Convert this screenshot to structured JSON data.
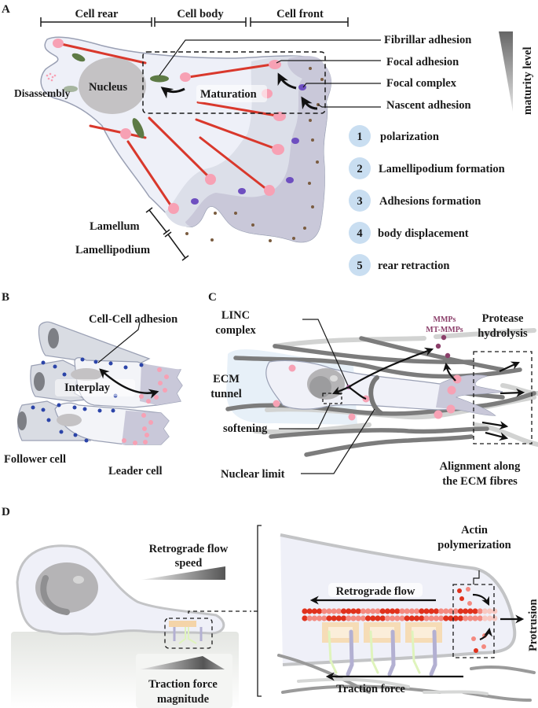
{
  "figure": {
    "panels": {
      "A": {
        "label": "A",
        "regions": [
          "Cell rear",
          "Cell body",
          "Cell front"
        ],
        "labels": {
          "nucleus": "Nucleus",
          "disassembly": "Disassembly",
          "maturation": "Maturation",
          "lamellum": "Lamellum",
          "lamellipodium": "Lamellipodium"
        },
        "adhesion_types": [
          "Fibrillar adhesion",
          "Focal adhesion",
          "Focal complex",
          "Nascent adhesion"
        ],
        "maturity_axis_label": "maturity level",
        "steps": [
          {
            "number": "1",
            "label": "polarization"
          },
          {
            "number": "2",
            "label": "Lamellipodium formation"
          },
          {
            "number": "3",
            "label": "Adhesions formation"
          },
          {
            "number": "4",
            "label": "body displacement"
          },
          {
            "number": "5",
            "label": "rear retraction"
          }
        ]
      },
      "B": {
        "label": "B",
        "labels": {
          "cell_cell_adhesion": "Cell-Cell adhesion",
          "interplay": "Interplay",
          "follower_cell": "Follower cell",
          "leader_cell": "Leader cell"
        }
      },
      "C": {
        "label": "C",
        "labels": {
          "linc_line1": "LINC",
          "linc_line2": "complex",
          "mmps": "MMPs",
          "mt_mmps": "MT-MMPs",
          "protease_line1": "Protease",
          "protease_line2": "hydrolysis",
          "ecm_line1": "ECM",
          "ecm_line2": "tunnel",
          "softening": "softening",
          "nuclear_limit": "Nuclear limit",
          "alignment_line1": "Alignment along",
          "alignment_line2": "the ECM fibres"
        }
      },
      "D": {
        "label": "D",
        "labels": {
          "retro_speed_line1": "Retrograde flow",
          "retro_speed_line2": "speed",
          "traction_mag_line1": "Traction force",
          "traction_mag_line2": "magnitude",
          "actin_line1": "Actin",
          "actin_line2": "polymerization",
          "retrograde_flow": "Retrograde flow",
          "traction_force": "Traction force",
          "protrusion": "Protrusion"
        }
      }
    },
    "colors": {
      "cell_fill": "#eef0f8",
      "cell_outline": "#9aa0b4",
      "lamellum": "#dcdfe9",
      "lamellipodium": "#c8c8d8",
      "nucleus": "#c4c2c4",
      "stress_fiber": "#d9382c",
      "adhesion_pink": "#f7a1b4",
      "focal_complex": "#6e4fc0",
      "nascent": "#7a5c40",
      "fibrillar": "#5d7a45",
      "step_circle": "#c9def1",
      "cadherin": "#2b44a8",
      "ecm_fiber": "#7c7c7c",
      "mmp": "#8b3f6a",
      "actin_dark": "#e0321d",
      "actin_light": "#f48a80"
    }
  }
}
